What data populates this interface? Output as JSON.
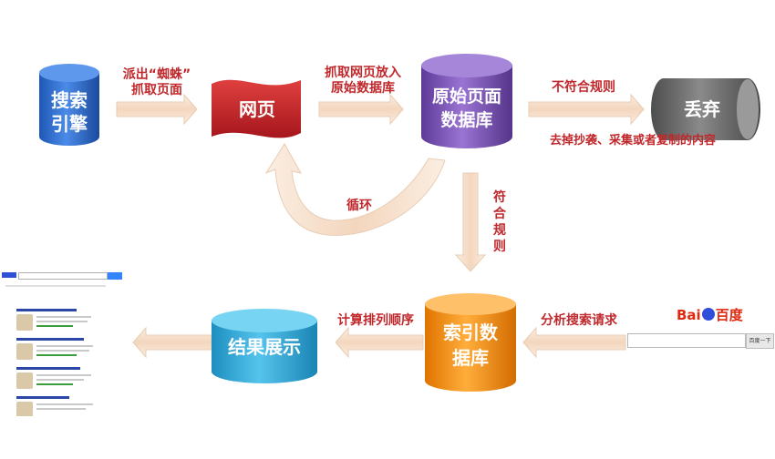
{
  "nodes": {
    "search_engine": [
      "搜索",
      "引擎"
    ],
    "webpage": "网页",
    "raw_db": [
      "原始页面",
      "数据库"
    ],
    "discard": "丢弃",
    "index_db": [
      "索引数",
      "据库"
    ],
    "results": "结果展示"
  },
  "labels": {
    "spider_crawl": [
      "派出“蜘蛛”",
      "抓取页面"
    ],
    "store_raw": [
      "抓取网页放入",
      "原始数据库"
    ],
    "noncompliant": "不符合规则",
    "remove_copied": "去掉抄袭、采集或者复制的内容",
    "loop": "循环",
    "compliant": [
      "符",
      "合",
      "规",
      "则"
    ],
    "analyze_request": "分析搜索请求",
    "rank": "计算排列顺序"
  },
  "baidu": {
    "logo_text": "Bai",
    "logo_text_cn": "百度",
    "button_label": "百度一下"
  },
  "colors": {
    "blue": "#2f6fd1",
    "red": "#c8262b",
    "purple": "#7a4fb8",
    "gray": "#6a6a6a",
    "orange": "#f08a12",
    "cyan": "#2fa9d6",
    "label_red": "#c0282c",
    "arrow_fill": "#f6e2cf"
  }
}
